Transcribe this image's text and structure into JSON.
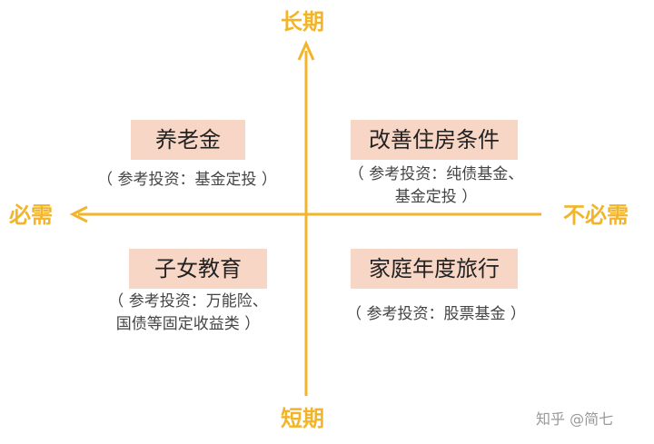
{
  "axes": {
    "top": "长期",
    "bottom": "短期",
    "left": "必需",
    "right": "不必需",
    "color": "#f2b52a"
  },
  "quadrants": {
    "top_left": {
      "title": "养老金",
      "note_lines": [
        "（ 参考投资：基金定投 ）"
      ]
    },
    "top_right": {
      "title": "改善住房条件",
      "note_lines": [
        "（ 参考投资：纯债基金、",
        "基金定投 ）"
      ]
    },
    "bottom_left": {
      "title": "子女教育",
      "note_lines": [
        "（ 参考投资：万能险、",
        "国债等固定收益类 ）"
      ]
    },
    "bottom_right": {
      "title": "家庭年度旅行",
      "note_lines": [
        "（ 参考投资：股票基金 ）"
      ]
    }
  },
  "tag_color": "#f8d6c6",
  "watermark": "知乎 @简七"
}
